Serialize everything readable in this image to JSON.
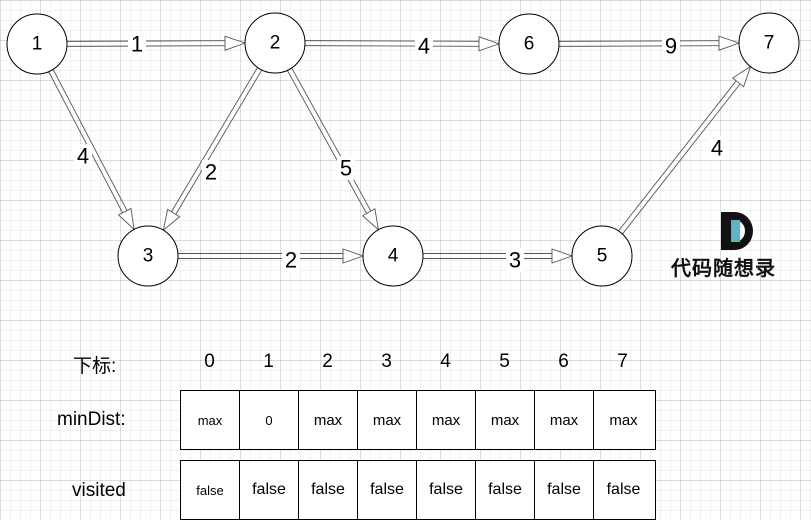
{
  "graph": {
    "nodes": [
      {
        "id": "1",
        "label": "1"
      },
      {
        "id": "2",
        "label": "2"
      },
      {
        "id": "3",
        "label": "3"
      },
      {
        "id": "4",
        "label": "4"
      },
      {
        "id": "5",
        "label": "5"
      },
      {
        "id": "6",
        "label": "6"
      },
      {
        "id": "7",
        "label": "7"
      }
    ],
    "edges": [
      {
        "from": "1",
        "to": "2",
        "weight": "1"
      },
      {
        "from": "1",
        "to": "3",
        "weight": "4"
      },
      {
        "from": "2",
        "to": "6",
        "weight": "4"
      },
      {
        "from": "2",
        "to": "3",
        "weight": "2"
      },
      {
        "from": "2",
        "to": "4",
        "weight": "5"
      },
      {
        "from": "3",
        "to": "4",
        "weight": "2"
      },
      {
        "from": "4",
        "to": "5",
        "weight": "3"
      },
      {
        "from": "6",
        "to": "7",
        "weight": "9"
      },
      {
        "from": "5",
        "to": "7",
        "weight": "4"
      }
    ]
  },
  "logo": {
    "text": "代码随想录",
    "colors": {
      "dark": "#111111",
      "accent": "#5fb3c4"
    }
  },
  "table": {
    "index_label": "下标:",
    "indices": [
      "0",
      "1",
      "2",
      "3",
      "4",
      "5",
      "6",
      "7"
    ],
    "mindist_label": "minDist:",
    "mindist": [
      "max",
      "0",
      "max",
      "max",
      "max",
      "max",
      "max",
      "max"
    ],
    "visited_label": "visited",
    "visited": [
      "false",
      "false",
      "false",
      "false",
      "false",
      "false",
      "false",
      "false"
    ]
  }
}
